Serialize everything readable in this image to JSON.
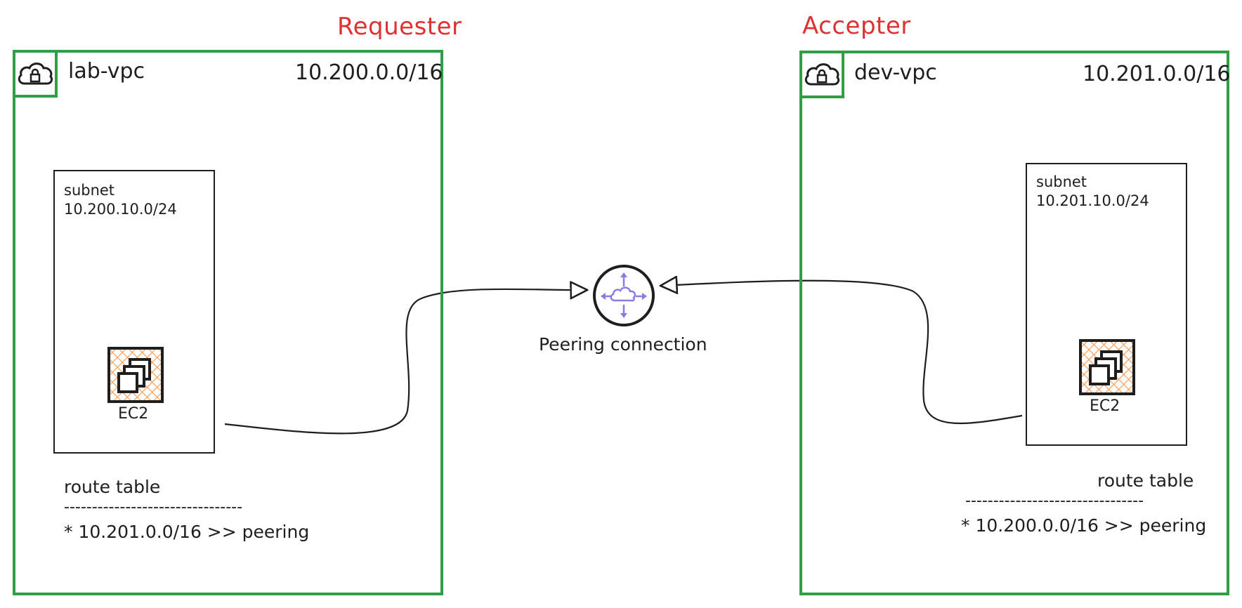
{
  "requester": {
    "role": "Requester",
    "vpc_name": "lab-vpc",
    "vpc_cidr": "10.200.0.0/16",
    "subnet_label": "subnet",
    "subnet_cidr": "10.200.10.0/24",
    "ec2_label": "EC2",
    "route_table_title": "route table",
    "route_table_rule": "--------------------------------",
    "route_entry": "* 10.201.0.0/16 >> peering"
  },
  "accepter": {
    "role": "Accepter",
    "vpc_name": "dev-vpc",
    "vpc_cidr": "10.201.0.0/16",
    "subnet_label": "subnet",
    "subnet_cidr": "10.201.10.0/24",
    "ec2_label": "EC2",
    "route_table_title": "route table",
    "route_table_rule": "--------------------------------",
    "route_entry": "* 10.200.0.0/16 >> peering"
  },
  "peering": {
    "label": "Peering connection"
  },
  "colors": {
    "vpc_border": "#2f9e44",
    "role_text": "#e03131",
    "peering_icon": "#8c7ae6",
    "ec2_fill": "#f5a25d"
  },
  "icons": {
    "vpc": "vpc-cloud-lock-icon",
    "ec2": "ec2-instances-icon",
    "peering": "peering-cloud-icon"
  }
}
